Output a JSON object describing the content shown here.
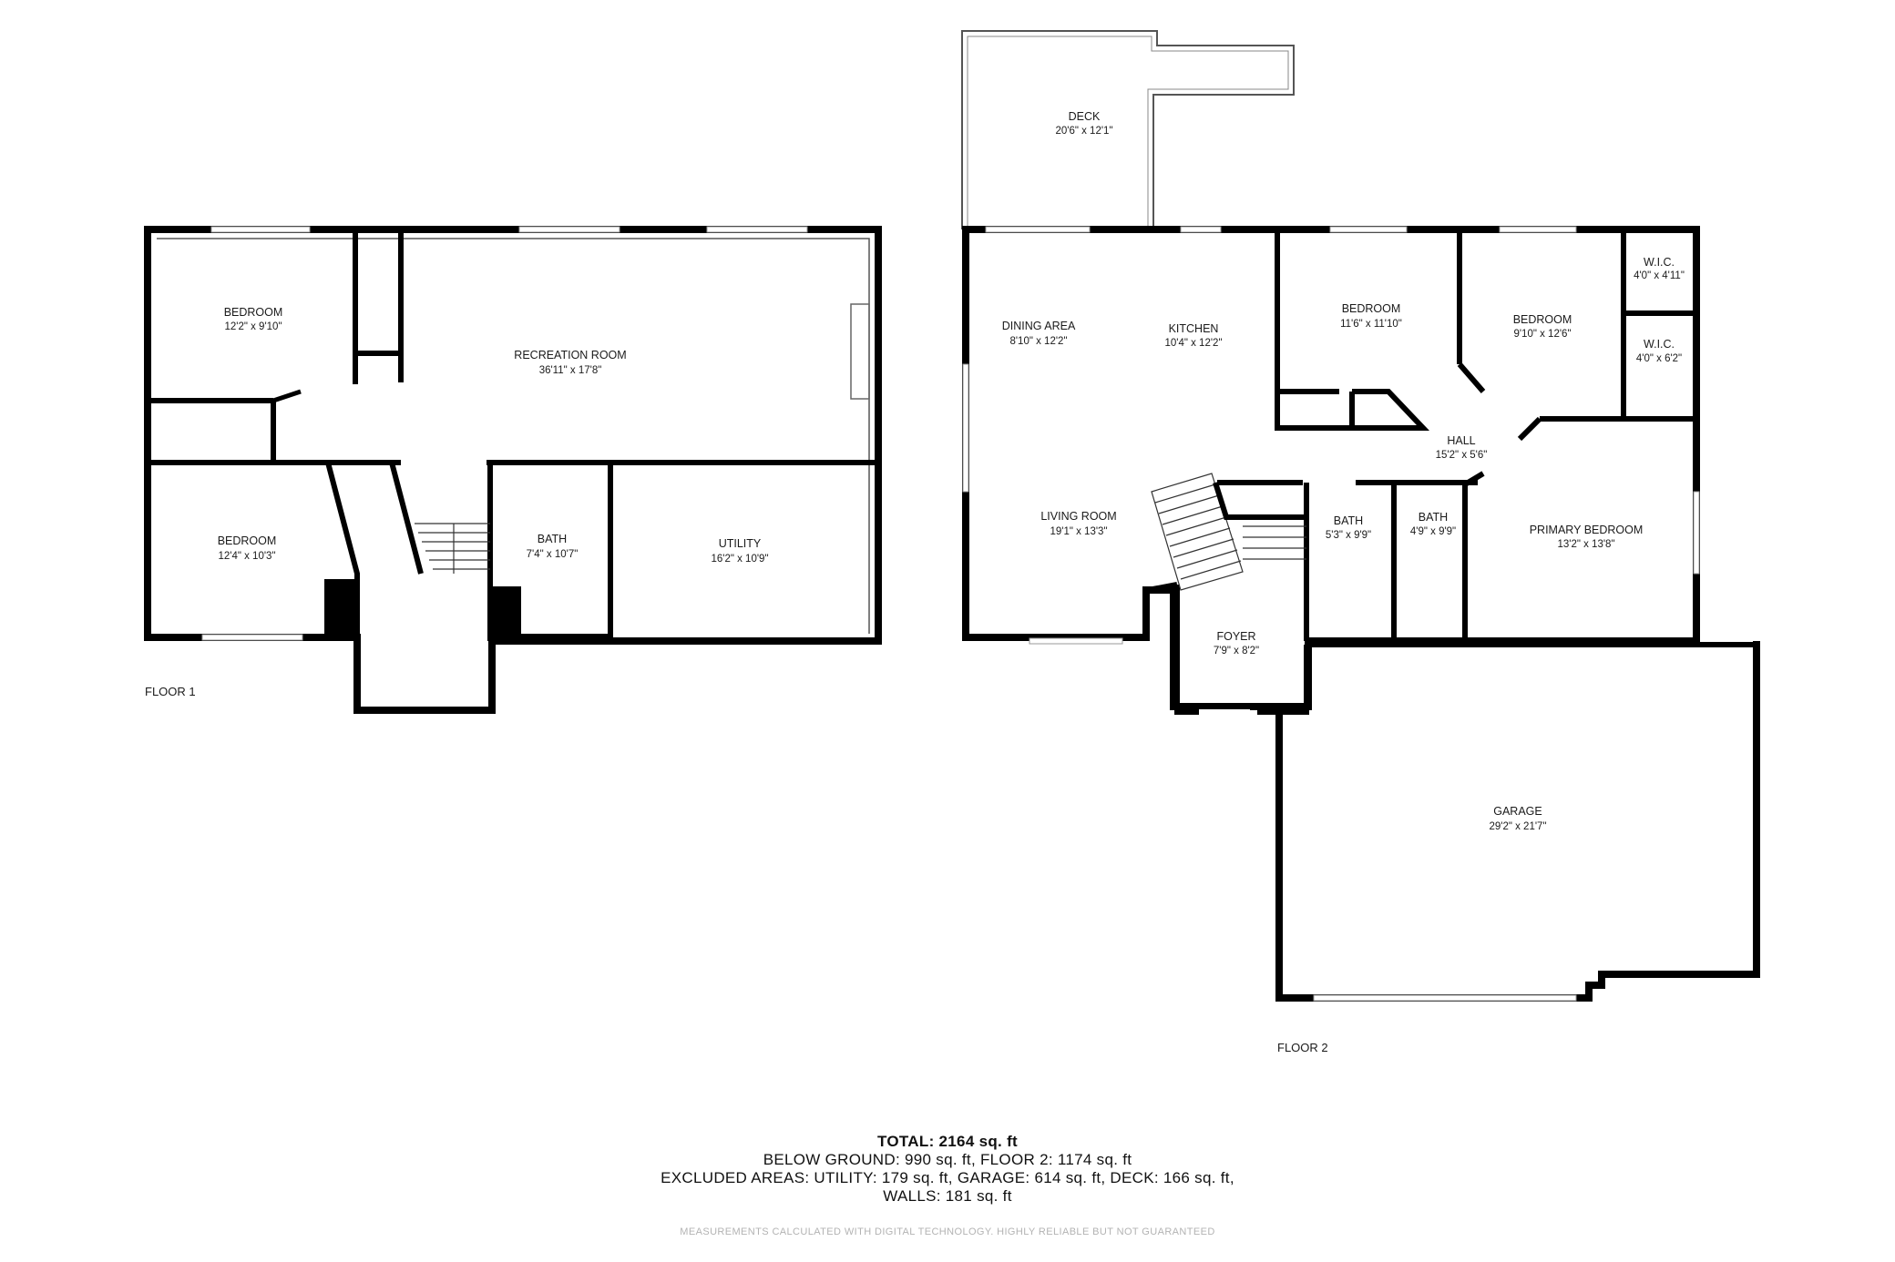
{
  "floor1": {
    "label": "FLOOR 1",
    "rooms": [
      {
        "id": "f1-bedroom-1",
        "name": "BEDROOM",
        "dims": "12'2\" x 9'10\""
      },
      {
        "id": "f1-recreation",
        "name": "RECREATION ROOM",
        "dims": "36'11\" x 17'8\""
      },
      {
        "id": "f1-bedroom-2",
        "name": "BEDROOM",
        "dims": "12'4\" x 10'3\""
      },
      {
        "id": "f1-bath",
        "name": "BATH",
        "dims": "7'4\" x 10'7\""
      },
      {
        "id": "f1-utility",
        "name": "UTILITY",
        "dims": "16'2\" x 10'9\""
      }
    ]
  },
  "floor2": {
    "label": "FLOOR 2",
    "rooms": [
      {
        "id": "f2-deck",
        "name": "DECK",
        "dims": "20'6\" x 12'1\""
      },
      {
        "id": "f2-dining",
        "name": "DINING AREA",
        "dims": "8'10\" x 12'2\""
      },
      {
        "id": "f2-kitchen",
        "name": "KITCHEN",
        "dims": "10'4\" x 12'2\""
      },
      {
        "id": "f2-bedroom-1",
        "name": "BEDROOM",
        "dims": "11'6\" x 11'10\""
      },
      {
        "id": "f2-bedroom-2",
        "name": "BEDROOM",
        "dims": "9'10\" x 12'6\""
      },
      {
        "id": "f2-wic-1",
        "name": "W.I.C.",
        "dims": "4'0\" x 4'11\""
      },
      {
        "id": "f2-wic-2",
        "name": "W.I.C.",
        "dims": "4'0\" x 6'2\""
      },
      {
        "id": "f2-hall",
        "name": "HALL",
        "dims": "15'2\" x 5'6\""
      },
      {
        "id": "f2-living",
        "name": "LIVING ROOM",
        "dims": "19'1\" x 13'3\""
      },
      {
        "id": "f2-bath-1",
        "name": "BATH",
        "dims": "5'3\" x 9'9\""
      },
      {
        "id": "f2-bath-2",
        "name": "BATH",
        "dims": "4'9\" x 9'9\""
      },
      {
        "id": "f2-primary",
        "name": "PRIMARY BEDROOM",
        "dims": "13'2\" x 13'8\""
      },
      {
        "id": "f2-foyer",
        "name": "FOYER",
        "dims": "7'9\" x 8'2\""
      },
      {
        "id": "f2-garage",
        "name": "GARAGE",
        "dims": "29'2\" x 21'7\""
      }
    ]
  },
  "summary": {
    "total": "TOTAL: 2164 sq. ft",
    "line1": "BELOW GROUND: 990 sq. ft, FLOOR 2: 1174 sq. ft",
    "line2": "EXCLUDED AREAS: UTILITY: 179 sq. ft, GARAGE: 614 sq. ft, DECK: 166 sq. ft,",
    "line3": "WALLS: 181 sq. ft"
  },
  "disclaimer": "MEASUREMENTS CALCULATED WITH DIGITAL TECHNOLOGY. HIGHLY RELIABLE BUT NOT GUARANTEED",
  "colors": {
    "wall": "#000000",
    "thin": "#555555",
    "window": "#9a9a9a",
    "disclaimer": "#b3b3b3"
  }
}
